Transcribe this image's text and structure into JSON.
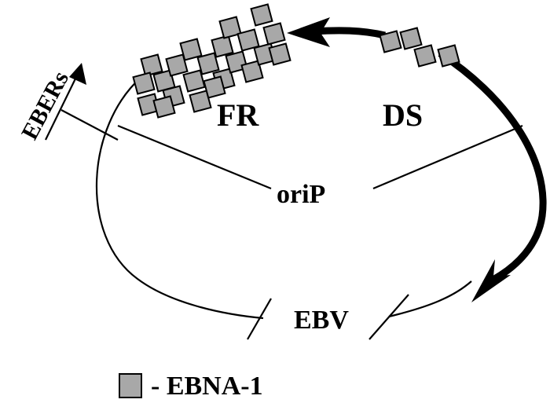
{
  "labels": {
    "ebers": "EBERs",
    "fr": "FR",
    "ds": "DS",
    "orip": "oriP",
    "ebv": "EBV"
  },
  "legend": {
    "text": "- EBNA-1"
  },
  "colors": {
    "ebna_fill": "#a8a8a8",
    "stroke": "#000000"
  }
}
